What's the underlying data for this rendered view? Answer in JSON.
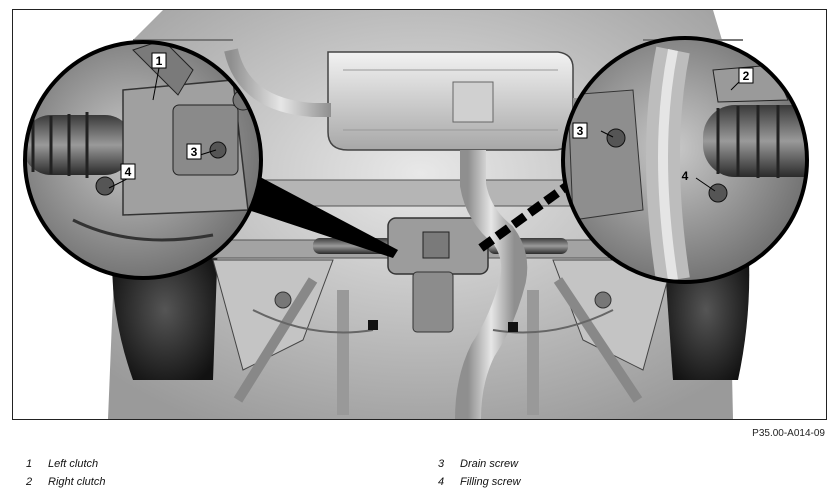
{
  "figure_reference": "P35.00-A014-09",
  "callouts": [
    "1",
    "2",
    "3",
    "4"
  ],
  "legend": [
    {
      "num": "1",
      "label": "Left clutch"
    },
    {
      "num": "2",
      "label": "Right clutch"
    },
    {
      "num": "3",
      "label": "Drain screw"
    },
    {
      "num": "4",
      "label": "Filling screw"
    }
  ]
}
